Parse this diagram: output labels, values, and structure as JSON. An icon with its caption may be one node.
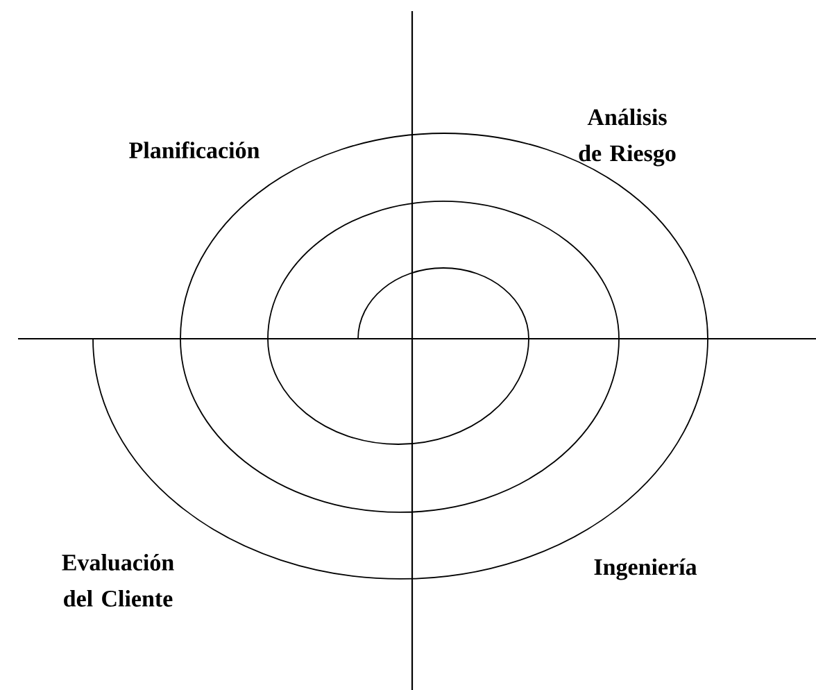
{
  "diagram": {
    "labels": [
      "Análisis de Riesgo",
      "Planificación",
      "Evaluación del Cliente",
      "Ingeniería"
    ]
  }
}
